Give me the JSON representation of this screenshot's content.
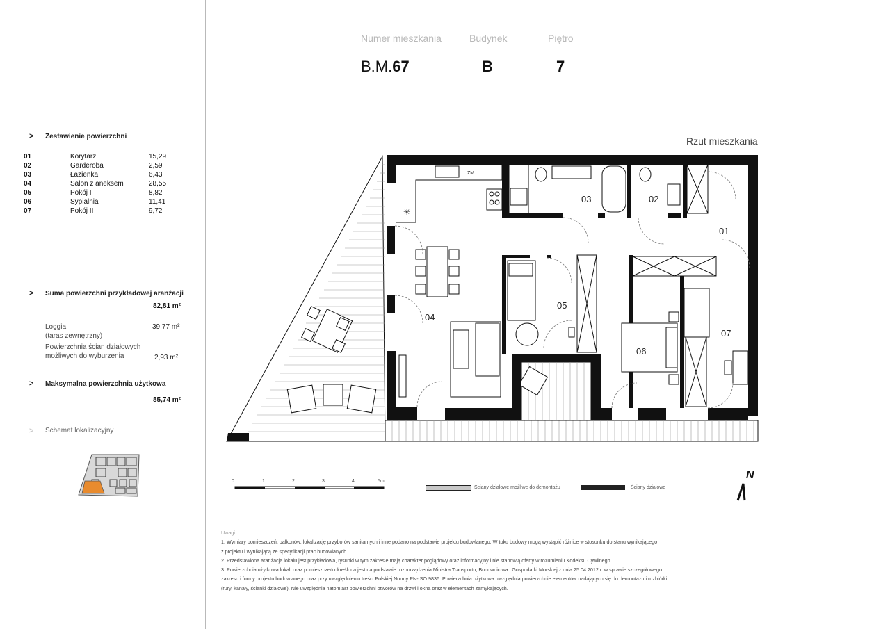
{
  "header": {
    "apartment_label": "Numer mieszkania",
    "apartment_prefix": "B.M.",
    "apartment_number": "67",
    "building_label": "Budynek",
    "building_value": "B",
    "floor_label": "Piętro",
    "floor_value": "7"
  },
  "summary": {
    "arrow": ">",
    "title": "Zestawienie powierzchni",
    "rooms": [
      {
        "num": "01",
        "name": "Korytarz",
        "area": "15,29"
      },
      {
        "num": "02",
        "name": "Garderoba",
        "area": "2,59"
      },
      {
        "num": "03",
        "name": "Łazienka",
        "area": "6,43"
      },
      {
        "num": "04",
        "name": "Salon z aneksem",
        "area": "28,55"
      },
      {
        "num": "05",
        "name": "Pokój I",
        "area": "8,82"
      },
      {
        "num": "06",
        "name": "Sypialnia",
        "area": "11,41"
      },
      {
        "num": "07",
        "name": "Pokój II",
        "area": "9,72"
      }
    ]
  },
  "totals": {
    "sum_title": "Suma powierzchni przykładowej aranżacji",
    "sum_value": "82,81 m²",
    "loggia_line1": "Loggia",
    "loggia_line2": "(taras zewnętrzny)",
    "loggia_value": "39,77 m²",
    "walls_line1": "Powierzchnia ścian działowych",
    "walls_line2": "możliwych do wyburzenia",
    "walls_value": "2,93 m²",
    "max_title": "Maksymalna powierzchnia użytkowa",
    "max_value": "85,74 m²",
    "schema_title": "Schemat lokalizacyjny"
  },
  "plan": {
    "title": "Rzut mieszkania",
    "room_labels": [
      "01",
      "02",
      "03",
      "04",
      "05",
      "06",
      "07"
    ],
    "kitchen_tag": "ZM",
    "scale_ticks": [
      "0",
      "1",
      "2",
      "3",
      "4",
      "5m"
    ],
    "legend_demolishable": "Ściany działowe możliwe do demontażu",
    "legend_partition": "Ściany działowe",
    "north_letter": "N"
  },
  "colors": {
    "highlight": "#e88b2e",
    "wall": "#111111",
    "demolishable_wall": "#c8c8c8"
  },
  "notes": {
    "heading": "Uwagi",
    "lines": [
      "1. Wymiary pomieszczeń, balkonów, lokalizację przyborów sanitarnych i inne podano na podstawie projektu budowlanego. W toku budowy mogą wystąpić różnice w stosunku do stanu wynikającego",
      "z projektu i wynikającą ze specyfikacji prac budowlanych.",
      "2. Przedstawiona aranżacja lokalu jest przykładowa, rysunki w tym zakresie mają charakter poglądowy oraz informacyjny i nie stanowią oferty w rozumieniu Kodeksu Cywilnego.",
      "3. Powierzchnia użytkowa lokali oraz pomieszczeń określona jest na podstawie rozporządzenia Ministra Transportu, Budownictwa i Gospodarki Morskiej z dnia 25.04.2012 r. w sprawie szczegółowego",
      "zakresu i formy projektu budowlanego oraz przy uwzględnieniu treści Polskiej Normy PN-ISO 9836. Powierzchnia użytkowa uwzględnia powierzchnie elementów nadających się do demontażu i rozbiórki",
      "(rury, kanały, ścianki działowe). Nie uwzględnia natomiast powierzchni otworów na drzwi i okna oraz w elementach zamykających."
    ]
  }
}
